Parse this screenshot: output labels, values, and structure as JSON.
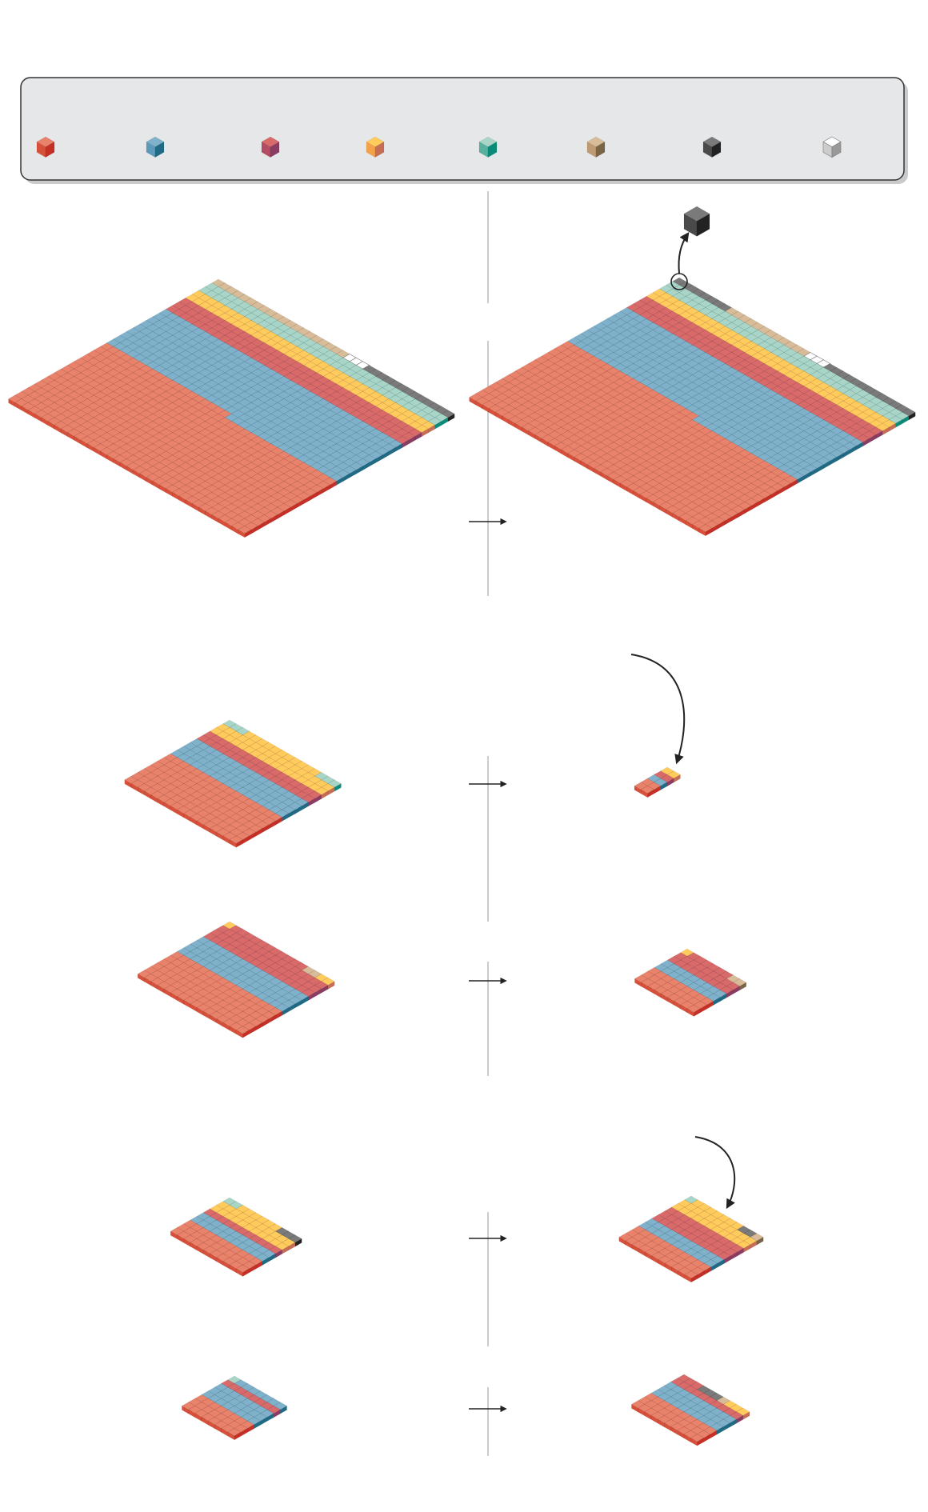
{
  "colors": {
    "red": {
      "top": "#e8826b",
      "left": "#d9503a",
      "right": "#c62f25"
    },
    "blue": {
      "top": "#7fb1cb",
      "left": "#5b9bb9",
      "right": "#1f6a85"
    },
    "mauve": {
      "top": "#d96a6a",
      "left": "#b34d63",
      "right": "#8a3c63"
    },
    "yellow": {
      "top": "#ffcb5c",
      "left": "#f4a24a",
      "right": "#c76d55"
    },
    "teal": {
      "top": "#a8d5c8",
      "left": "#58b0a0",
      "right": "#0a8a78"
    },
    "tan": {
      "top": "#d8bc99",
      "left": "#bf9a72",
      "right": "#7a6446"
    },
    "dark": {
      "top": "#7a7a7a",
      "left": "#4a4a4a",
      "right": "#222222"
    },
    "white": {
      "top": "#ffffff",
      "left": "#cccccc",
      "right": "#999999"
    }
  },
  "legend": {
    "background": "#e6e7e8",
    "items": [
      "red",
      "blue",
      "mauve",
      "yellow",
      "teal",
      "tan",
      "dark",
      "white"
    ]
  },
  "slabs": [
    {
      "id": "top-left",
      "cols": 36,
      "rows": 32,
      "stripes": [
        [
          "tan",
          1
        ],
        [
          "teal",
          2
        ],
        [
          "yellow",
          2
        ],
        [
          "mauve",
          3
        ],
        [
          "blue",
          9
        ],
        [
          "red",
          15
        ]
      ],
      "overrides": [
        [
          0,
          20,
          22,
          "white"
        ],
        [
          0,
          23,
          35,
          "dark"
        ],
        [
          8,
          22,
          35,
          "blue"
        ],
        [
          17,
          19,
          35,
          "blue"
        ]
      ]
    },
    {
      "id": "top-right",
      "cols": 36,
      "rows": 32,
      "stripes": [
        [
          "tan",
          1
        ],
        [
          "teal",
          2
        ],
        [
          "yellow",
          2
        ],
        [
          "mauve",
          3
        ],
        [
          "blue",
          9
        ],
        [
          "red",
          15
        ]
      ],
      "overrides": [
        [
          0,
          0,
          7,
          "dark"
        ],
        [
          0,
          20,
          22,
          "white"
        ],
        [
          0,
          23,
          35,
          "dark"
        ],
        [
          8,
          24,
          35,
          "blue"
        ],
        [
          17,
          20,
          35,
          "blue"
        ]
      ]
    },
    {
      "id": "row2-left",
      "cols": 17,
      "rows": 16,
      "stripes": [
        [
          "teal",
          1
        ],
        [
          "yellow",
          2
        ],
        [
          "mauve",
          2
        ],
        [
          "blue",
          4
        ],
        [
          "red",
          7
        ]
      ],
      "overrides": [
        [
          0,
          3,
          13,
          "yellow"
        ],
        [
          0,
          14,
          16,
          "teal"
        ]
      ]
    },
    {
      "id": "row2-right",
      "cols": 2,
      "rows": 5,
      "stripes": [
        [
          "yellow",
          1
        ],
        [
          "mauve",
          1
        ],
        [
          "blue",
          1
        ],
        [
          "red",
          2
        ]
      ],
      "overrides": []
    },
    {
      "id": "row3-left",
      "cols": 16,
      "rows": 14,
      "stripes": [
        [
          "yellow",
          1
        ],
        [
          "mauve",
          3
        ],
        [
          "blue",
          4
        ],
        [
          "red",
          6
        ]
      ],
      "overrides": [
        [
          0,
          1,
          15,
          "mauve"
        ],
        [
          0,
          12,
          13,
          "tan"
        ],
        [
          0,
          14,
          15,
          "yellow"
        ]
      ]
    },
    {
      "id": "row3-right",
      "cols": 9,
      "rows": 8,
      "stripes": [
        [
          "yellow",
          1
        ],
        [
          "mauve",
          2
        ],
        [
          "blue",
          2
        ],
        [
          "red",
          3
        ]
      ],
      "overrides": [
        [
          0,
          1,
          6,
          "mauve"
        ],
        [
          0,
          7,
          8,
          "tan"
        ]
      ]
    },
    {
      "id": "row4-left",
      "cols": 11,
      "rows": 9,
      "stripes": [
        [
          "teal",
          1
        ],
        [
          "yellow",
          2
        ],
        [
          "mauve",
          1
        ],
        [
          "blue",
          2
        ],
        [
          "red",
          3
        ]
      ],
      "overrides": [
        [
          0,
          2,
          7,
          "yellow"
        ],
        [
          0,
          8,
          10,
          "dark"
        ]
      ]
    },
    {
      "id": "row4-right",
      "cols": 11,
      "rows": 11,
      "stripes": [
        [
          "teal",
          1
        ],
        [
          "yellow",
          2
        ],
        [
          "mauve",
          3
        ],
        [
          "blue",
          2
        ],
        [
          "red",
          3
        ]
      ],
      "overrides": [
        [
          0,
          1,
          7,
          "yellow"
        ],
        [
          0,
          8,
          9,
          "dark"
        ],
        [
          0,
          10,
          10,
          "tan"
        ]
      ]
    },
    {
      "id": "row5-left",
      "cols": 8,
      "rows": 8,
      "stripes": [
        [
          "teal",
          1
        ],
        [
          "mauve",
          1
        ],
        [
          "blue",
          3
        ],
        [
          "red",
          3
        ]
      ],
      "overrides": [
        [
          0,
          1,
          7,
          "blue"
        ]
      ]
    },
    {
      "id": "row5-right",
      "cols": 10,
      "rows": 8,
      "stripes": [
        [
          "mauve",
          2
        ],
        [
          "blue",
          3
        ],
        [
          "red",
          3
        ]
      ],
      "overrides": [
        [
          0,
          3,
          5,
          "dark"
        ],
        [
          0,
          6,
          6,
          "tan"
        ],
        [
          0,
          7,
          9,
          "yellow"
        ]
      ]
    }
  ],
  "extracted_cube": "dark"
}
